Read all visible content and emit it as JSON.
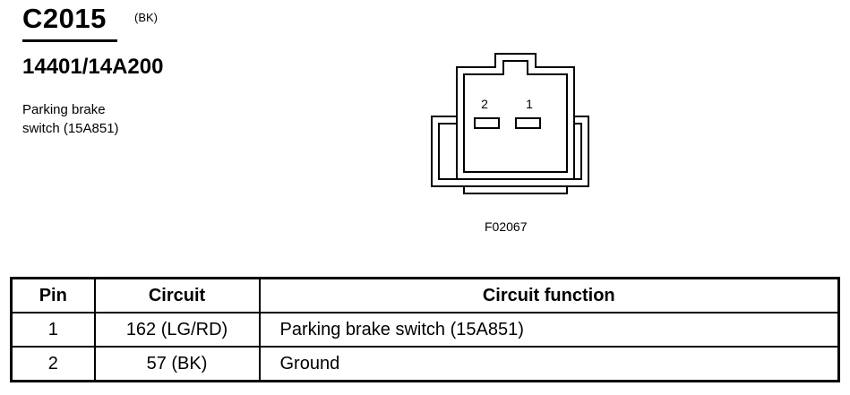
{
  "header": {
    "connector_id": "C2015",
    "connector_color": "(BK)",
    "part_number": "14401/14A200",
    "description_line1": "Parking brake",
    "description_line2": "switch (15A851)"
  },
  "figure": {
    "pin_labels": [
      "2",
      "1"
    ],
    "reference": "F02067"
  },
  "table": {
    "headers": {
      "pin": "Pin",
      "circuit": "Circuit",
      "function": "Circuit function"
    },
    "rows": [
      {
        "pin": "1",
        "circuit": "162 (LG/RD)",
        "function": "Parking brake switch (15A851)"
      },
      {
        "pin": "2",
        "circuit": "57 (BK)",
        "function": "Ground"
      }
    ]
  }
}
